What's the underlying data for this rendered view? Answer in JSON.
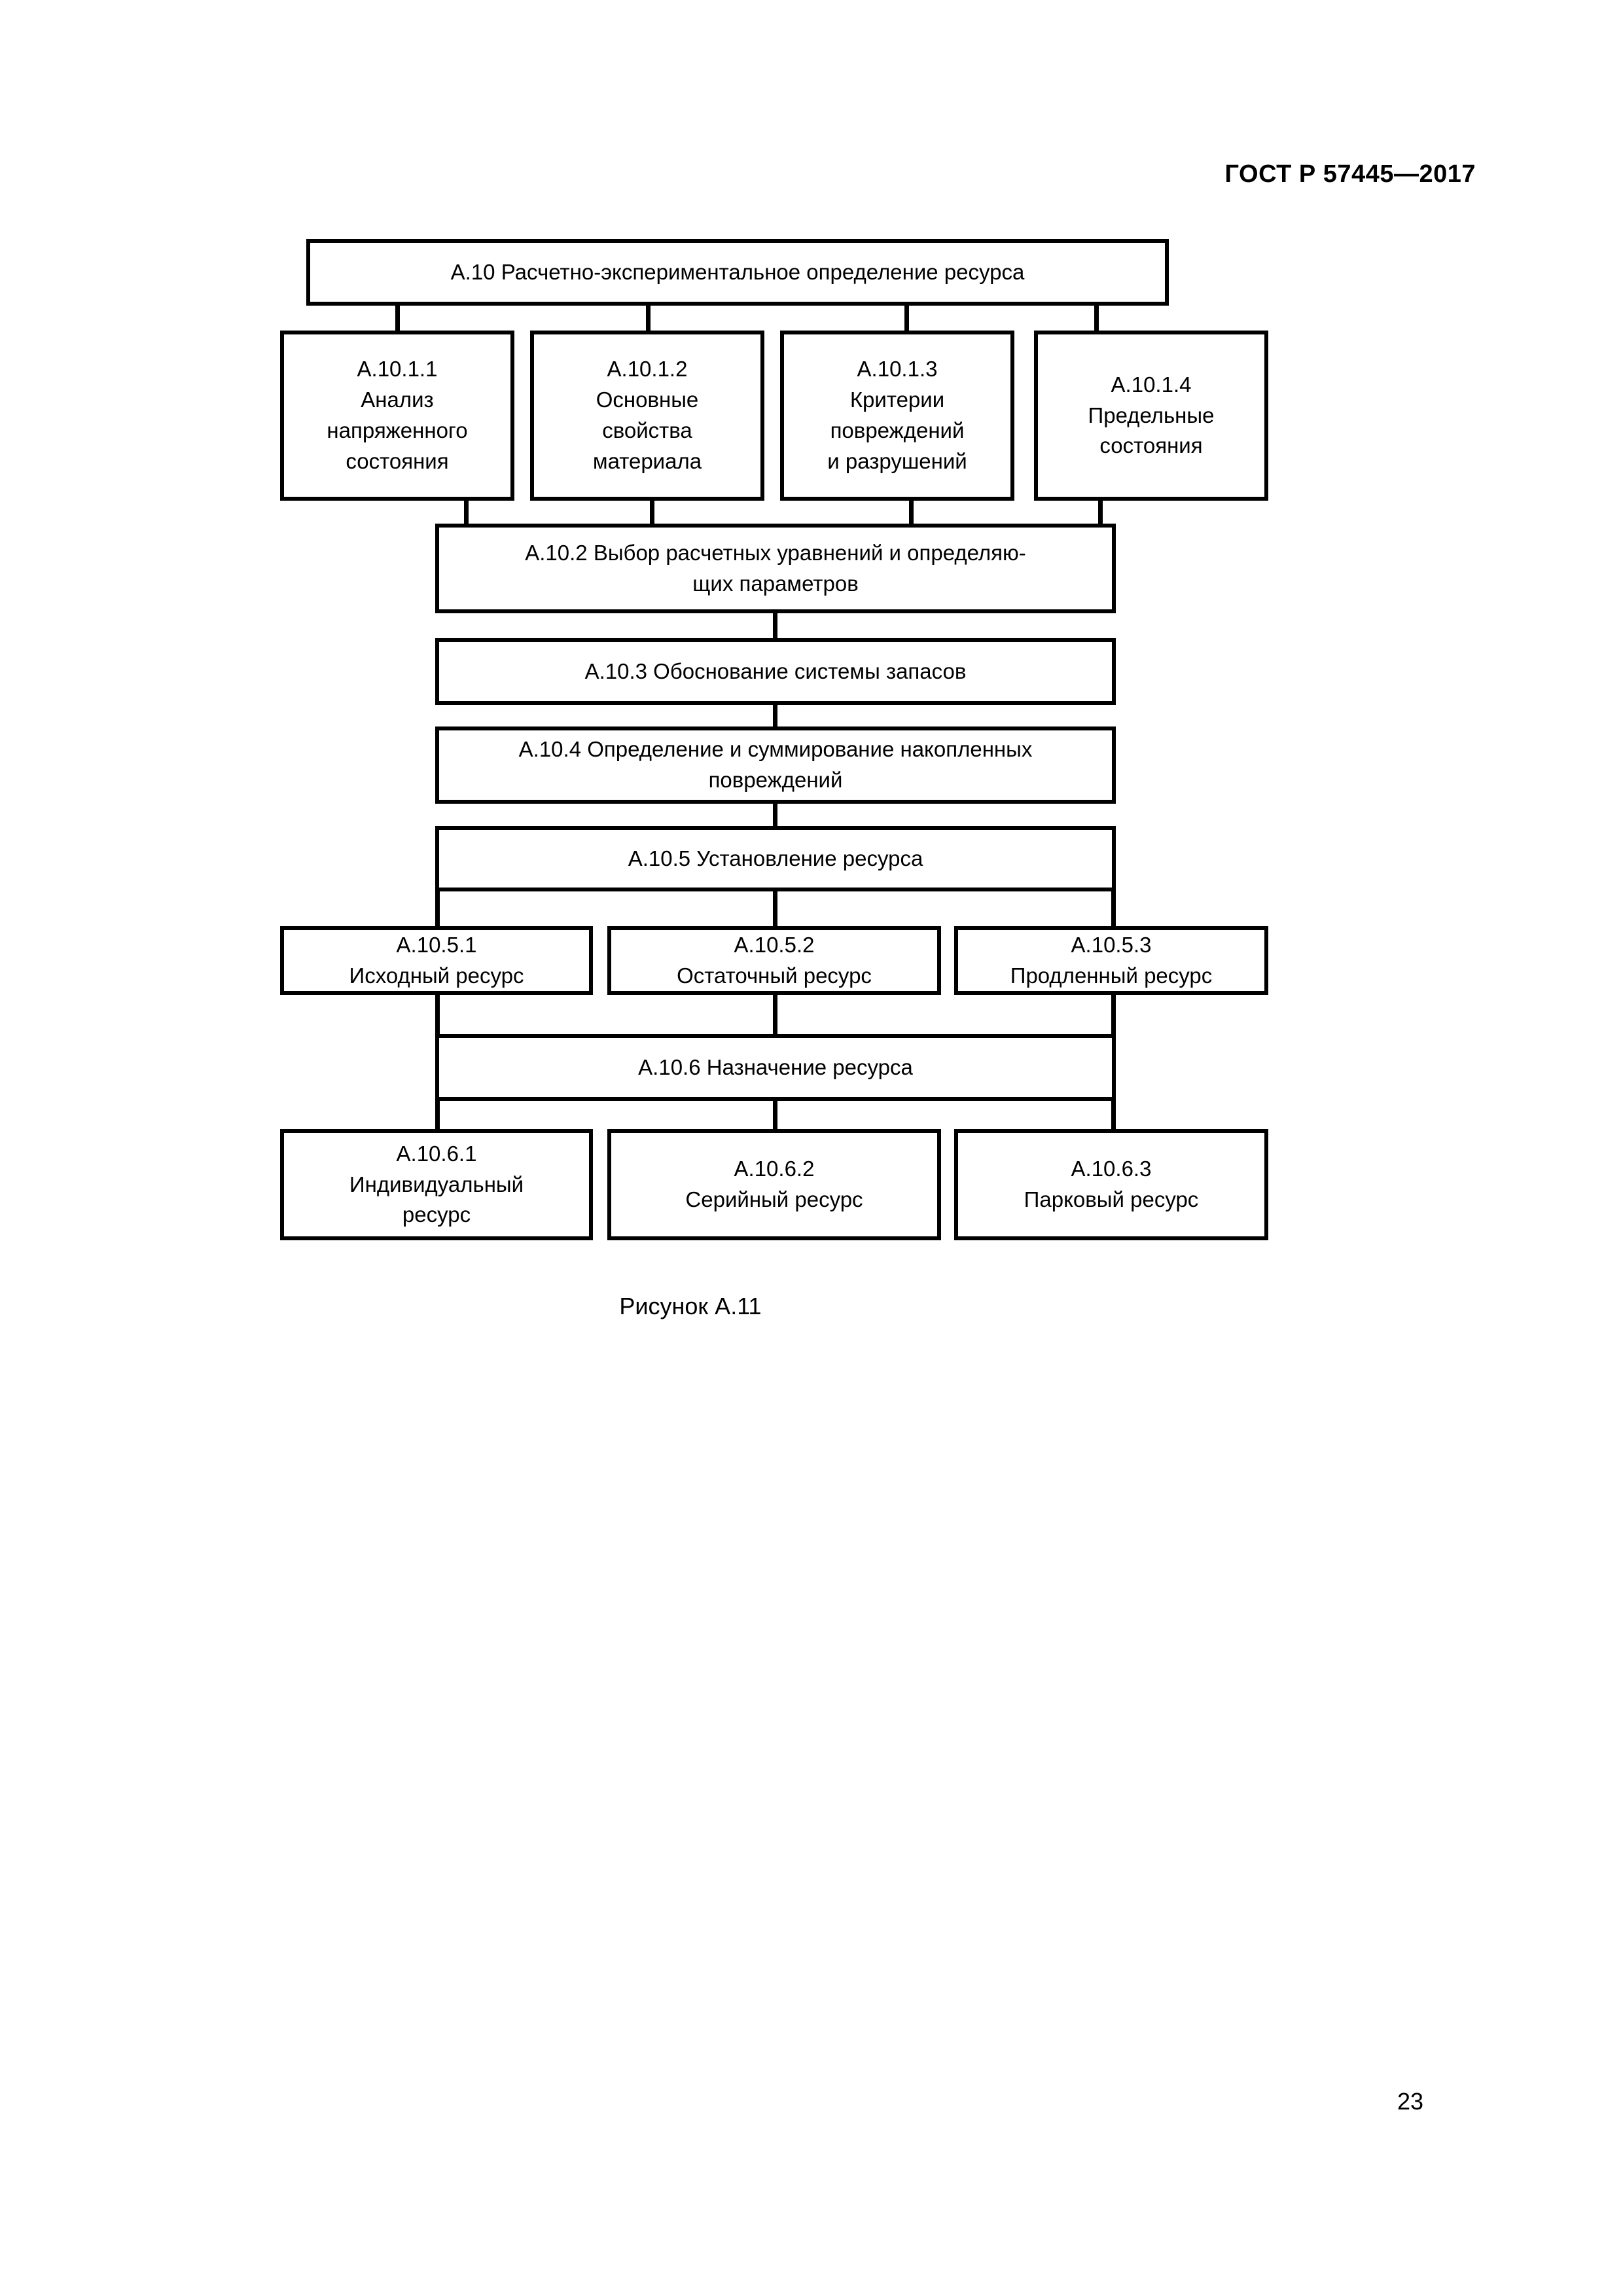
{
  "document": {
    "standard_header": "ГОСТ Р 57445—2017",
    "page_number": "23",
    "figure_caption": "Рисунок А.11"
  },
  "diagram": {
    "type": "flowchart",
    "title": "A.10 Расчетно-экспериментальное определение ресурса",
    "nodes": {
      "a10": "A.10 Расчетно-экспериментальное определение ресурса",
      "a1011": "А.10.1.1\nАнализ\nнапряженного\nсостояния",
      "a1012": "А.10.1.2\nОсновные\nсвойства\nматериала",
      "a1013": "А.10.1.3\nКритерии\nповреждений\nи разрушений",
      "a1014": "А.10.1.4\nПредельные\nсостояния",
      "a102": "А.10.2 Выбор расчетных уравнений и определяю-\nщих параметров",
      "a103": "А.10.3 Обоснование системы запасов",
      "a104": "А.10.4 Определение и суммирование накопленных\nповреждений",
      "a105": "А.10.5 Установление ресурса",
      "a1051": "А.10.5.1\nИсходный ресурс",
      "a1052": "А.10.5.2\nОстаточный ресурс",
      "a1053": "А.10.5.3\nПродленный ресурс",
      "a106": "А.10.6 Назначение ресурса",
      "a1061": "А.10.6.1\nИндивидуальный\nресурс",
      "a1062": "А.10.6.2\nСерийный ресурс",
      "a1063": "А.10.6.3\nПарковый ресурс"
    },
    "edges": [
      {
        "from": "a10",
        "to": "a1011"
      },
      {
        "from": "a10",
        "to": "a1012"
      },
      {
        "from": "a10",
        "to": "a1013"
      },
      {
        "from": "a10",
        "to": "a1014"
      },
      {
        "from": "a1011",
        "to": "a102"
      },
      {
        "from": "a1012",
        "to": "a102"
      },
      {
        "from": "a1013",
        "to": "a102"
      },
      {
        "from": "a1014",
        "to": "a102"
      },
      {
        "from": "a102",
        "to": "a103"
      },
      {
        "from": "a103",
        "to": "a104"
      },
      {
        "from": "a104",
        "to": "a105"
      },
      {
        "from": "a105",
        "to": "a1051"
      },
      {
        "from": "a105",
        "to": "a1052"
      },
      {
        "from": "a105",
        "to": "a1053"
      },
      {
        "from": "a1051",
        "to": "a106"
      },
      {
        "from": "a1052",
        "to": "a106"
      },
      {
        "from": "a1053",
        "to": "a106"
      },
      {
        "from": "a106",
        "to": "a1061"
      },
      {
        "from": "a106",
        "to": "a1062"
      },
      {
        "from": "a106",
        "to": "a1063"
      }
    ]
  },
  "colors": {
    "line": "#000000",
    "background": "#ffffff",
    "text": "#000000"
  }
}
